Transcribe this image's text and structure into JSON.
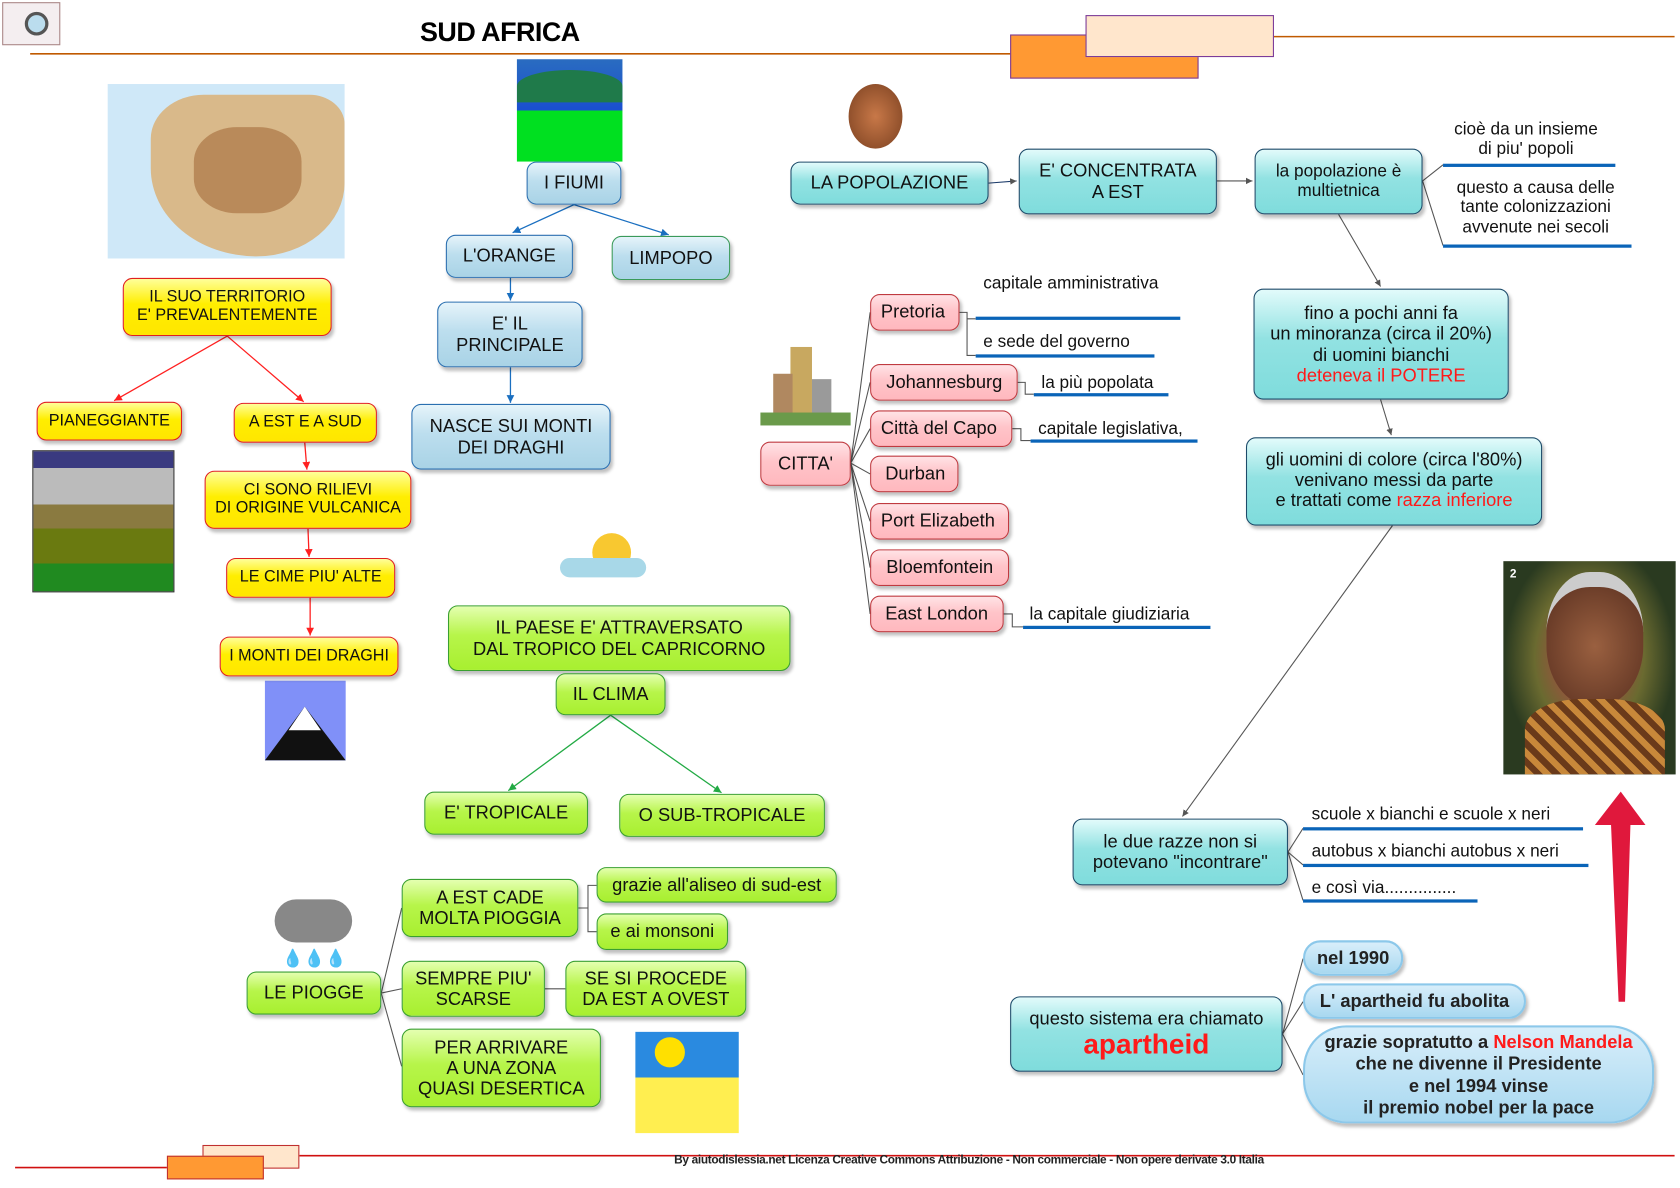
{
  "title": "SUD  AFRICA",
  "footer": "By aiutodislessia.net Licenza Creative Commons Attribuzione - Non commerciale - Non opere derivate 3.0 Italia",
  "photo_badge": "2",
  "territory": {
    "root": "IL SUO TERRITORIO\nE' PREVALENTEMENTE",
    "flat": "PIANEGGIANTE",
    "east_south": "A EST E A SUD",
    "reliefs": "CI SONO RILIEVI\nDI ORIGINE VULCANICA",
    "peaks": "LE CIME PIU' ALTE",
    "drakensberg": "I MONTI DEI DRAGHI"
  },
  "rivers": {
    "root": "I FIUMI",
    "orange": "L'ORANGE",
    "limpopo": "LIMPOPO",
    "main": "E' IL\nPRINCIPALE",
    "source": "NASCE SUI MONTI\nDEI DRAGHI"
  },
  "climate": {
    "tropic": "IL PAESE E' ATTRAVERSATO\nDAL TROPICO DEL CAPRICORNO",
    "root": "IL CLIMA",
    "tropical": "E' TROPICALE",
    "subtropical": "O SUB-TROPICALE"
  },
  "rain": {
    "root": "LE PIOGGE",
    "east": "A EST CADE\nMOLTA PIOGGIA",
    "trade": "grazie all'aliseo di sud-est",
    "monsoon": "e ai monsoni",
    "scarce": "SEMPRE PIU'\nSCARSE",
    "westward": "SE SI PROCEDE\nDA EST A OVEST",
    "desert": "PER ARRIVARE\nA UNA ZONA\nQUASI DESERTICA"
  },
  "population": {
    "root": "LA POPOLAZIONE",
    "east": "E' CONCENTRATA\nA EST",
    "multi": "la popolazione è\nmultietnica",
    "note1": "cioè da un insieme\ndi piu' popoli",
    "note2": "questo a causa delle\ntante colonizzazioni\navvenute nei secoli",
    "minority": "fino a pochi anni fa\nun minoranza (circa il 20%)\ndi uomini bianchi",
    "minority_red": "deteneva il POTERE",
    "colored": "gli uomini di colore (circa l'80%)\nvenivano messi da parte\ne trattati come ",
    "colored_red": "razza inferiore",
    "separate": "le due razze non si\npotevano \"incontrare\"",
    "sep1": "scuole x bianchi e scuole x neri",
    "sep2": "autobus x bianchi autobus x neri",
    "sep3": "e così via...............",
    "system": "questo sistema era chiamato",
    "system_red": "apartheid",
    "y1990": "nel 1990",
    "abolished": "L' apartheid fu abolita",
    "thanks": "grazie sopratutto a ",
    "mandela": "Nelson Mandela",
    "thanks2": "che ne divenne il Presidente\ne nel 1994 vinse\nil premio nobel per la pace"
  },
  "cities": {
    "root": "CITTA'",
    "items": [
      "Pretoria",
      "Johannesburg",
      "Città del Capo",
      "Durban",
      "Port Elizabeth",
      "Bloemfontein",
      "East London"
    ],
    "pretoria_1": "capitale amministrativa",
    "pretoria_2": "e sede del governo",
    "johannesburg": "la più popolata",
    "cape": "capitale legislativa,",
    "east_london": "la capitale giudiziaria"
  },
  "colors": {
    "accent_red": "#ff1a1a",
    "header_orange": "#ff9933",
    "line_brown": "#c05a00"
  }
}
